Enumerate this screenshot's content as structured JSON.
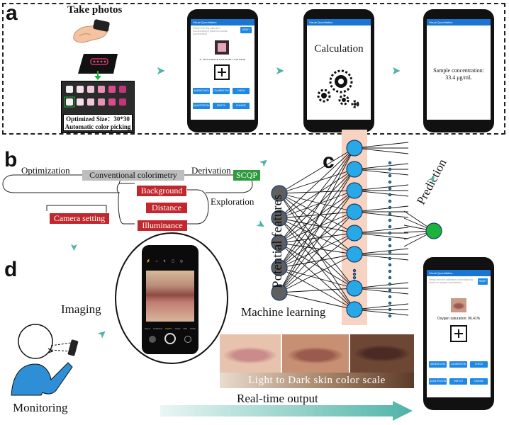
{
  "panel_a": {
    "letter": "a",
    "take_photos": "Take photos",
    "optimized_size": "Optimized Size：30*30",
    "auto_color": "Automatic color picking",
    "phone2": {
      "app_title": "Visual Quantitation",
      "prompt": "Please enter the calibration concentration(s) (based on sample concentration)",
      "reset": "RESET",
      "readout": "R : 240.6 G:183.2 B 170.6 (R:182.7 G:33.5 B 98.",
      "buttons": [
        "ADDING DATA",
        "CALIBRATION",
        "CHECK",
        "QUANTITATION",
        "SWITCH",
        "CHANGE"
      ]
    },
    "phone3": {
      "app_title": "Visual Quantitation",
      "text": "Calculation"
    },
    "phone4": {
      "app_title": "Visual Quantitation",
      "line1": "Sample concentration:",
      "line2": "33.4 μg/mL"
    }
  },
  "panel_b": {
    "letter": "b",
    "optimization": "Optimization",
    "conventional": "Conventional colorimetry",
    "derivation": "Derivation",
    "scqp": "SCQP",
    "background": "Background",
    "distance": "Distance",
    "exploration": "Exploration",
    "camera_setting": "Camera setting",
    "illuminance": "Illuminance"
  },
  "panel_c": {
    "letter": "c",
    "potential_features": "Potential features",
    "prediction": "Prediction",
    "machine_learning": "Machine learning"
  },
  "panel_d": {
    "letter": "d",
    "imaging": "Imaging",
    "monitoring": "Monitoring",
    "skin_scale": "Light to Dark skin color scale",
    "realtime": "Real-time output",
    "camera_modes": [
      "NIGHT",
      "PORTRAIT",
      "PHOTO",
      "VIDEO",
      "PRO",
      "MORE"
    ],
    "phone": {
      "app_title": "Visual Quantitation",
      "prompt": "Please enter the calibration concentration(s) (based on sample concentration)",
      "reset": "RESET",
      "oxygen": "Oxygen saturation: 96.41%",
      "buttons": [
        "ADDING DATA",
        "CALIBRATION",
        "CHECK",
        "QUANTITATION",
        "SWITCH",
        "CHANGE"
      ]
    }
  },
  "colors": {
    "accent_blue": "#1e88e5",
    "teal_arrow": "#4fb3a7",
    "red_label": "#c1272d",
    "green_label": "#2e9a3e",
    "node_blue": "#29a8e6",
    "node_grey": "#5f5f5f",
    "output_green": "#1db33b",
    "hidden_band": "#f7d3c2"
  }
}
